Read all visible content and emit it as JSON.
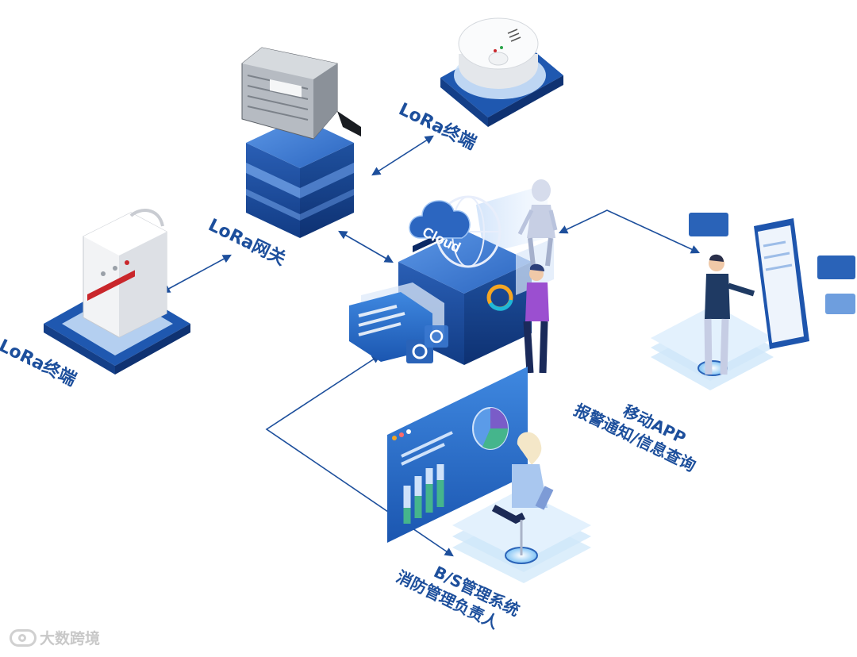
{
  "nodes": {
    "terminal_left": {
      "label": "LoRa终端"
    },
    "terminal_top": {
      "label": "LoRa终端"
    },
    "gateway": {
      "label": "LoRa网关"
    },
    "cloud": {
      "label": "Cloud"
    },
    "mobile_app": {
      "line1": "移动APP",
      "line2": "报警通知/信息查询"
    },
    "bs_system": {
      "line1": "B/S管理系统",
      "line2": "消防管理负责人"
    }
  },
  "watermark": {
    "text": "大数跨境"
  },
  "colors": {
    "primary": "#1d4f9c",
    "box_top": "#3a78cf",
    "box_side": "#1c4b9a",
    "box_stripe": "#6fa0e6",
    "pad": "#2a63b8",
    "pad_light": "#cfe4fb"
  }
}
